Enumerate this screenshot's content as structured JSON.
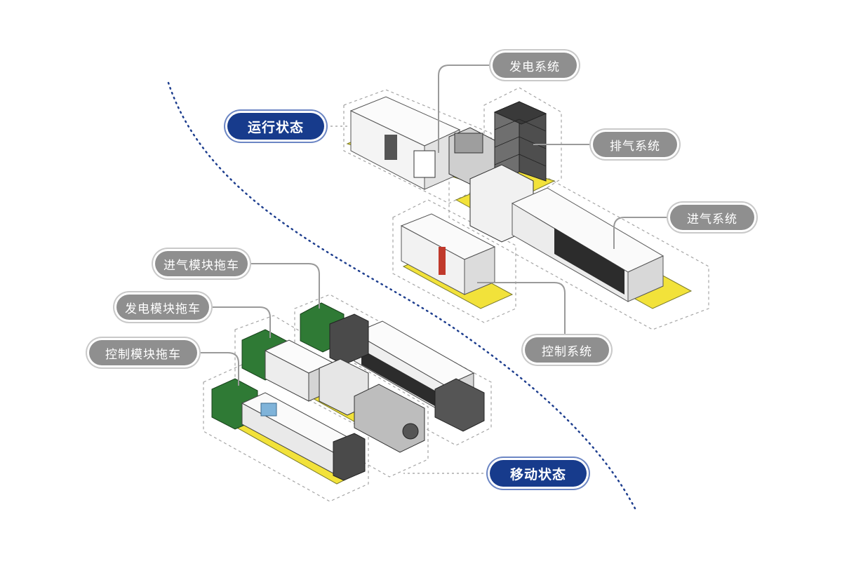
{
  "labels": {
    "running_state": "运行状态",
    "moving_state": "移动状态",
    "power_system": "发电系统",
    "exhaust_system": "排气系统",
    "intake_system": "进气系统",
    "control_system": "控制系统",
    "intake_trailer": "进气模块拖车",
    "power_trailer": "发电模块拖车",
    "control_trailer": "控制模块拖车"
  },
  "colors": {
    "state_pill": "#173b8c",
    "label_pill": "#8f8f8f",
    "trailer_deck": "#f2e23a",
    "truck_cab": "#2f7a35",
    "divider_dots": "#1f3f8f"
  }
}
